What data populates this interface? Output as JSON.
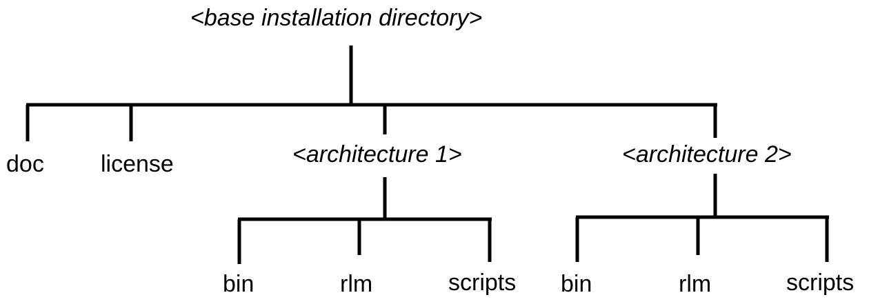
{
  "diagram": {
    "root": {
      "label": "<base installation directory>"
    },
    "level1": [
      {
        "label": "doc"
      },
      {
        "label": "license"
      },
      {
        "label": "<architecture 1>",
        "children": [
          {
            "label": "bin"
          },
          {
            "label": "rlm"
          },
          {
            "label": "scripts"
          }
        ]
      },
      {
        "label": "<architecture 2>",
        "children": [
          {
            "label": "bin"
          },
          {
            "label": "rlm"
          },
          {
            "label": "scripts"
          }
        ]
      }
    ],
    "line_color": "#000000",
    "text_color": "#000000"
  }
}
